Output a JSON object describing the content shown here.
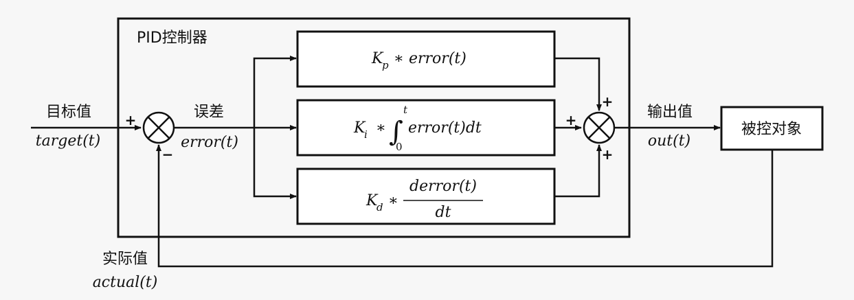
{
  "controller": {
    "label": "PID控制器"
  },
  "input": {
    "label": "目标值",
    "symbol": "target(t)"
  },
  "error": {
    "label": "误差",
    "symbol": "error(t)"
  },
  "output": {
    "label": "输出值",
    "symbol": "out(t)"
  },
  "feedback": {
    "label": "实际值",
    "symbol": "actual(t)"
  },
  "plant": {
    "label": "被控对象"
  },
  "terms": {
    "p": {
      "coef": "K",
      "sub": "p",
      "op": " ∗ ",
      "expr": "error(t)"
    },
    "i": {
      "coef": "K",
      "sub": "i",
      "op": " ∗ ",
      "integral": "∫",
      "upper": "t",
      "lower": "0",
      "expr": "error(t)dt"
    },
    "d": {
      "coef": "K",
      "sub": "d",
      "op": " ∗ ",
      "numerator": "derror(t)",
      "denominator": "dt"
    }
  },
  "signs": {
    "sum1_plus": "+",
    "sum1_minus": "−",
    "sum2_top": "+",
    "sum2_left": "+",
    "sum2_bottom": "+"
  }
}
